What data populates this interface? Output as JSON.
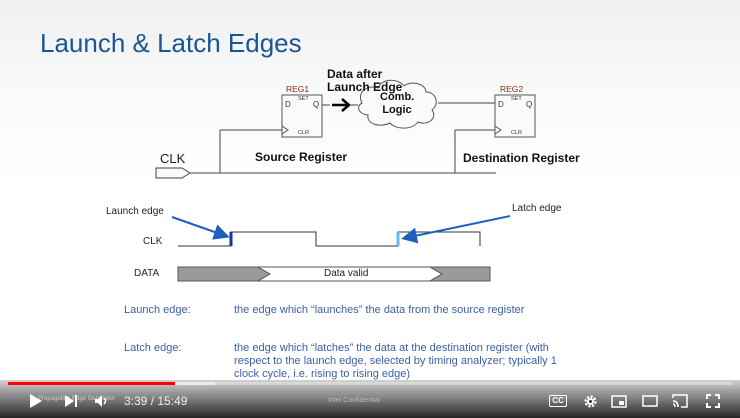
{
  "slide": {
    "title": "Launch & Latch Edges",
    "circuit": {
      "reg1_name": "REG1",
      "reg2_name": "REG2",
      "pin_d": "D",
      "pin_q": "Q",
      "pin_set": "SET",
      "pin_clr": "CLR",
      "data_after_launch": "Data after Launch Edge",
      "comb_logic": "Comb. Logic",
      "clk": "CLK",
      "source_register": "Source Register",
      "destination_register": "Destination Register"
    },
    "timing": {
      "launch_edge_label": "Launch edge",
      "latch_edge_label": "Latch edge",
      "clk_label": "CLK",
      "data_label": "DATA",
      "data_valid": "Data valid"
    },
    "definitions": [
      {
        "term": "Launch edge:",
        "text": "the edge which “launches” the data from the source register"
      },
      {
        "term": "Latch edge:",
        "text": "the edge which “latches” the data at the destination register (with respect to the launch edge, selected by timing analyzer; typically 1 clock cycle, i.e. rising to rising edge)"
      }
    ]
  },
  "player": {
    "current_time": "3:39",
    "duration": "15:49",
    "time_display": "3:39 / 15:49",
    "progress_fraction": 0.231,
    "footer_text": "Intel Confidential",
    "ghost_text": "Propagation Edge Generator",
    "cc_label": "CC",
    "accent_color": "#ff0000",
    "icons": {
      "play": "play-icon",
      "next": "next-icon",
      "volume": "volume-icon",
      "cc": "cc-icon",
      "settings": "gear-icon",
      "miniplayer": "miniplayer-icon",
      "theater": "theater-icon",
      "cast": "cast-icon",
      "fullscreen": "fullscreen-icon"
    }
  }
}
